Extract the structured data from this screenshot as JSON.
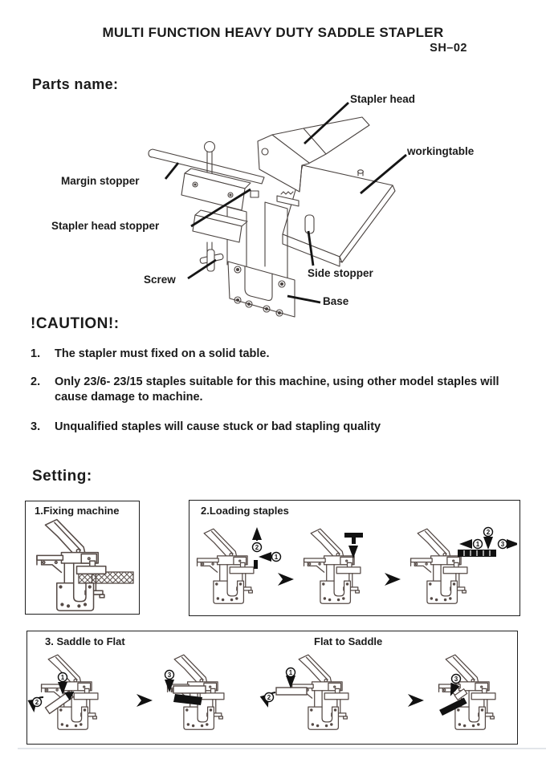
{
  "doc": {
    "title": "MULTI FUNCTION HEAVY DUTY SADDLE STAPLER",
    "model": "SH–02"
  },
  "parts": {
    "heading": "Parts name:",
    "labels": {
      "stapler_head": "Stapler head",
      "workingtable": "workingtable",
      "margin_stopper": "Margin stopper",
      "stapler_head_stopper": "Stapler head stopper",
      "screw": "Screw",
      "side_stopper": "Side stopper",
      "base": "Base"
    }
  },
  "caution": {
    "heading": "!CAUTION!:",
    "items": [
      {
        "num": "1.",
        "text": "The stapler must fixed on a solid table."
      },
      {
        "num": "2.",
        "text": "Only 23/6- 23/15 staples suitable for this machine, using other model staples will cause damage to machine."
      },
      {
        "num": "3.",
        "text": "Unqualified staples will cause stuck or bad stapling quality"
      }
    ]
  },
  "setting": {
    "heading": "Setting:",
    "box1_label": "1.Fixing machine",
    "box2_label": "2.Loading staples",
    "box3_label_left": "3. Saddle to Flat",
    "box3_label_right": "Flat to Saddle",
    "nums": [
      "1",
      "2",
      "3"
    ]
  },
  "colors": {
    "ink": "#1b1b1b",
    "diagram_line": "#4a4340",
    "small_diagram_line": "#554a46",
    "leader_line": "#151515"
  }
}
